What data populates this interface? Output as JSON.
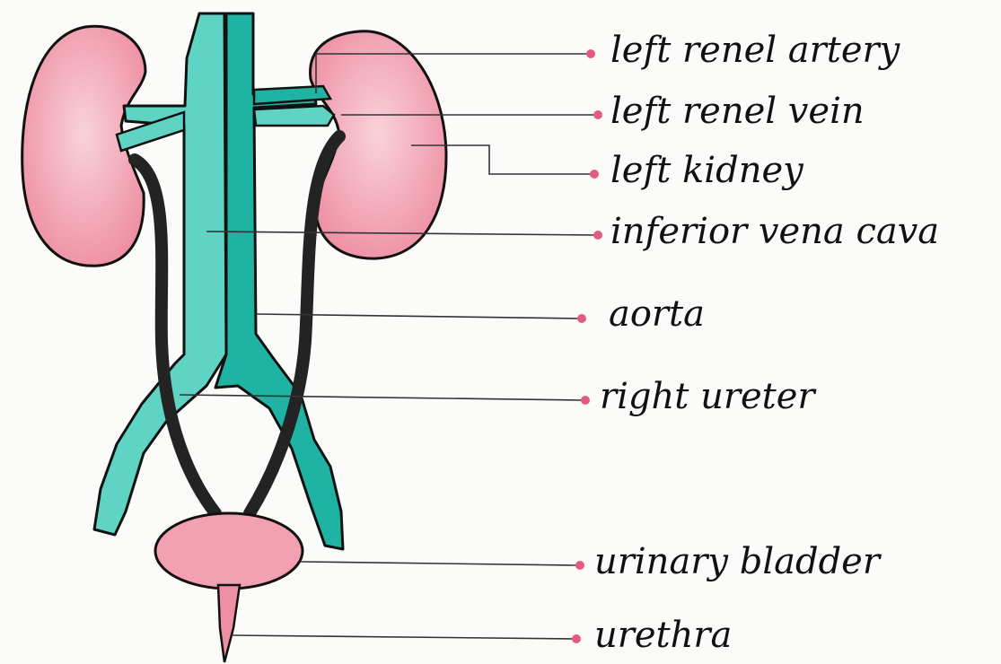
{
  "colors": {
    "kidney": "#ef97a8",
    "kidney_light": "#f8cdd6",
    "vessel_dark": "#1fb3a4",
    "vessel_light": "#54d2c1",
    "ureter": "#2a2a2a",
    "pointer": "#e45a86"
  },
  "labels": {
    "left_renal_artery": "left renel artery",
    "left_renal_vein": "left renel vein",
    "left_kidney": "left kidney",
    "inferior_vena_cava": "inferior vena cava",
    "aorta": "aorta",
    "right_ureter": "right ureter",
    "urinary_bladder": "urinary bladder",
    "urethra": "urethra"
  }
}
